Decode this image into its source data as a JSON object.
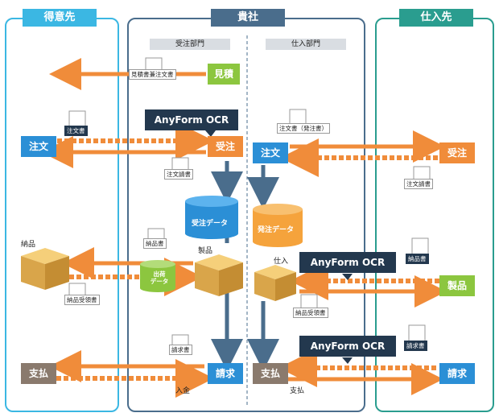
{
  "headers": {
    "customer": "得意先",
    "company": "貴社",
    "supplier": "仕入先"
  },
  "departments": {
    "sales": "受注部門",
    "purchasing": "仕入部門"
  },
  "boxes": {
    "estimate": "見積",
    "order_customer": "注文",
    "order_received": "受注",
    "purchase_order": "注文",
    "supplier_receive": "受注",
    "received_data": "受注データ",
    "purchase_data": "発注データ",
    "shipping_data": "出荷\nデータ",
    "product": "製品",
    "invoice": "請求",
    "payment_customer": "支払",
    "payment_company": "支払",
    "supplier_invoice": "請求"
  },
  "documents": {
    "estimate_doc": "見積書兼注文書",
    "order_doc": "注文書",
    "order_ack": "注文請書",
    "po_doc": "注文書（発注書）",
    "po_ack": "注文請書",
    "delivery_doc": "納品書",
    "delivery_receipt": "納品受領書",
    "supplier_delivery": "納品書",
    "supplier_receipt": "納品受領書",
    "invoice_doc": "請求書",
    "supplier_invoice_doc": "請求書"
  },
  "ocr_labels": [
    "AnyForm OCR",
    "AnyForm OCR",
    "AnyForm OCR"
  ],
  "labels": {
    "delivery": "納品",
    "product": "製品",
    "purchase": "仕入",
    "deposit": "入金",
    "payment": "支払"
  },
  "colors": {
    "customer": "#3bb7e3",
    "company": "#4a6d8c",
    "supplier": "#2a9d8f",
    "orange": "#f08c3a",
    "blue": "#2b8fd6",
    "green": "#8cc63f",
    "gray": "#8a7a6d"
  }
}
